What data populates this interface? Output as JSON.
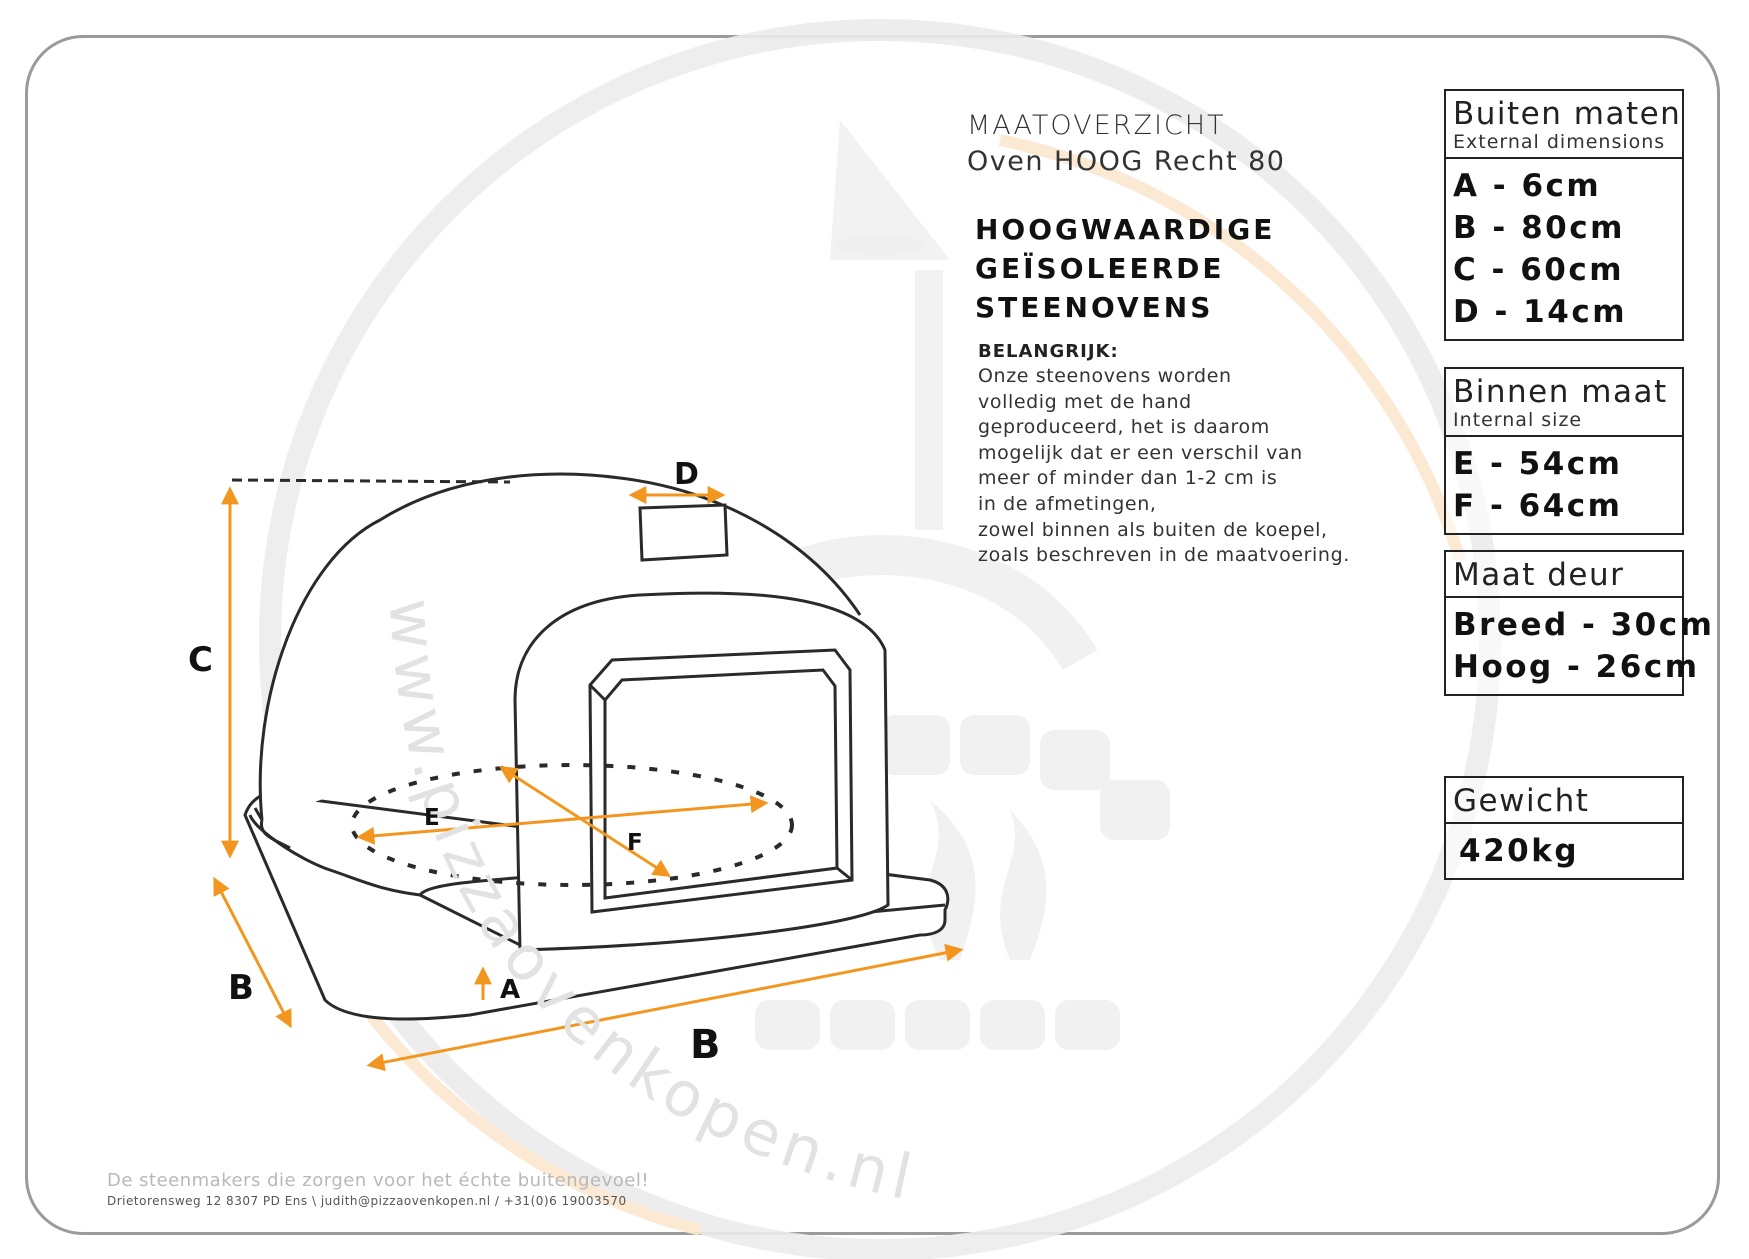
{
  "header": {
    "title": "MAATOVERZICHT",
    "subtitle": "Oven HOOG Recht 80"
  },
  "heading": {
    "lines": [
      "HOOGWAARDIGE",
      "GEÏSOLEERDE",
      "STEENOVENS"
    ]
  },
  "notice": {
    "title": "BELANGRIJK:",
    "lines": [
      "Onze steenovens worden",
      "volledig met de hand",
      "geproduceerd, het is daarom",
      "mogelijk dat er een verschil van",
      "meer of minder dan 1-2 cm is",
      "in de afmetingen,",
      "zowel binnen als buiten de koepel,",
      "zoals beschreven in de maatvoering."
    ]
  },
  "external": {
    "title": "Buiten maten",
    "subtitle": "External dimensions",
    "rows": [
      "A - 6cm",
      "B - 80cm",
      "C - 60cm",
      "D - 14cm"
    ]
  },
  "internal": {
    "title": "Binnen maat",
    "subtitle": "Internal size",
    "rows": [
      "E - 54cm",
      "F - 64cm"
    ]
  },
  "door": {
    "title": "Maat deur",
    "rows": [
      "Breed - 30cm",
      "Hoog - 26cm"
    ]
  },
  "weight": {
    "title": "Gewicht",
    "value": "420kg"
  },
  "diagram_labels": {
    "A": "A",
    "B_side": "B",
    "B_front": "B",
    "C": "C",
    "D": "D",
    "E": "E",
    "F": "F"
  },
  "watermark": {
    "text": "www.pizzaovenkopen.nl"
  },
  "footer": {
    "slogan": "De steenmakers die zorgen voor het échte buitengevoel!",
    "address": "Drietorensweg 12 8307 PD Ens \\ judith@pizzaovenkopen.nl  / +31(0)6 19003570"
  },
  "colors": {
    "accent": "#f3961f",
    "line": "#2a2a2a",
    "watermark": "#e6e6e6",
    "border": "#9a9a9a"
  }
}
